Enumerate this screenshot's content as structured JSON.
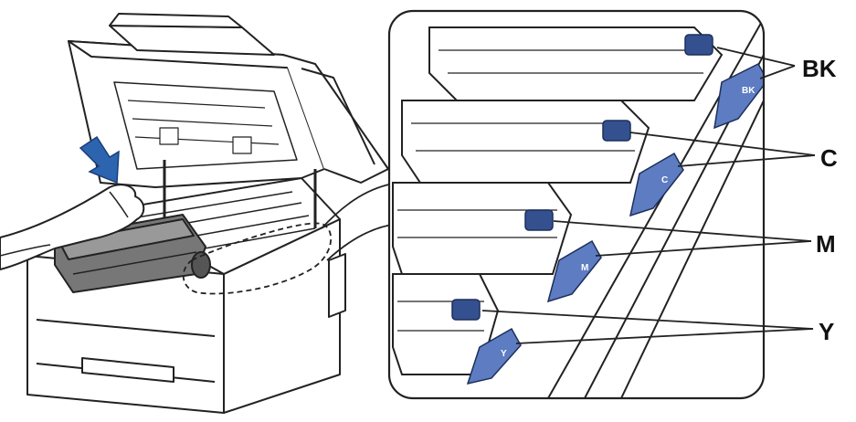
{
  "labels": {
    "bk": "BK",
    "c": "C",
    "m": "M",
    "y": "Y"
  },
  "tab_labels": {
    "bk": "BK",
    "c": "C",
    "m": "M",
    "y": "Y"
  },
  "colors": {
    "tab_blue": "#5d7cc2",
    "tab_dark": "#34508f",
    "outline": "#222222",
    "arrow_blue": "#2d64b0"
  },
  "icons": [
    "down-arrow-icon",
    "hand-icon",
    "printer-icon",
    "drum-unit-icon",
    "toner-cartridge-icon"
  ]
}
